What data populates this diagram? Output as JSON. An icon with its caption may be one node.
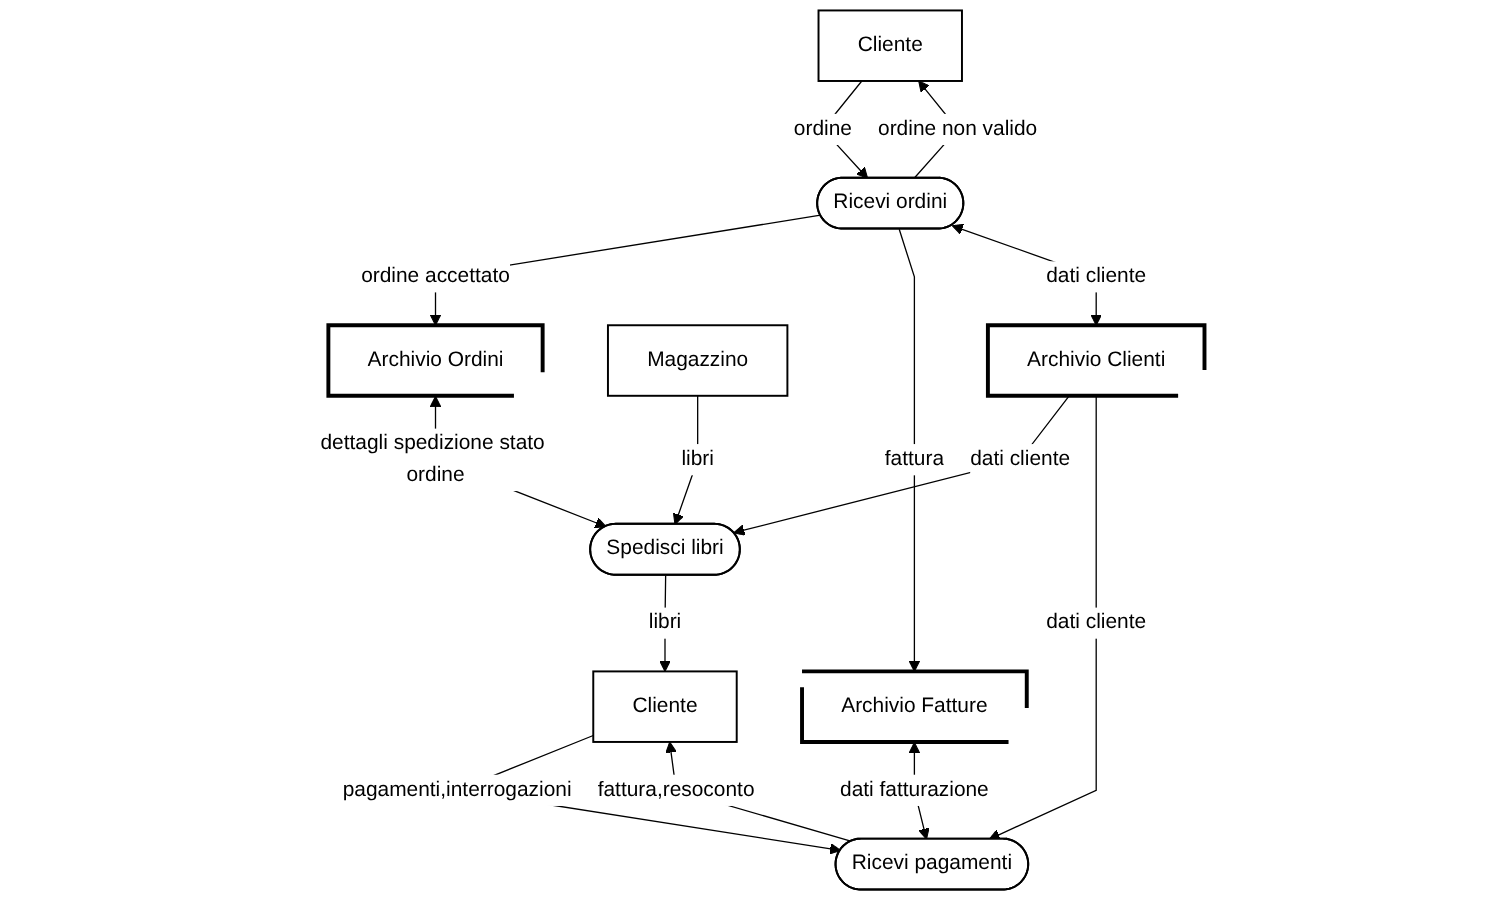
{
  "diagram": {
    "nodes": [
      {
        "text": [
          "Cliente"
        ]
      },
      {
        "text": [
          "Ricevi ordini"
        ]
      },
      {
        "text": [
          "Archivio Ordini"
        ]
      },
      {
        "text": [
          "Magazzino"
        ]
      },
      {
        "text": [
          "Archivio Fatture"
        ]
      },
      {
        "text": [
          "Archivio Clienti"
        ]
      },
      {
        "text": [
          "Spedisci libri"
        ]
      },
      {
        "text": [
          "Ricevi pagamenti"
        ]
      },
      {
        "text": [
          "Cliente"
        ]
      }
    ],
    "edges": [
      {
        "from": 0,
        "to": 1,
        "arrow": "to",
        "label": "ordine"
      },
      {
        "from": 1,
        "to": 0,
        "arrow": "to",
        "label": "ordine non valido"
      },
      {
        "from": 1,
        "to": 2,
        "arrow": "to",
        "label": "ordine accettato"
      },
      {
        "from": 1,
        "to": 4,
        "arrow": "to",
        "label": "fattura"
      },
      {
        "from": 1,
        "to": 5,
        "arrow": "both",
        "label": "dati cliente"
      },
      {
        "from": 2,
        "to": 6,
        "arrow": "both",
        "label": "dettagli spedizione stato ordine"
      },
      {
        "from": 3,
        "to": 6,
        "arrow": "to",
        "label": "libri"
      },
      {
        "from": 5,
        "to": 6,
        "arrow": "to",
        "label": "dati cliente"
      },
      {
        "from": 5,
        "to": 7,
        "arrow": "to",
        "label": "dati cliente"
      },
      {
        "from": 4,
        "to": 7,
        "arrow": "both",
        "label": "dati fatturazione"
      },
      {
        "from": 6,
        "to": 8,
        "arrow": "to",
        "label": "libri"
      },
      {
        "from": 8,
        "to": 7,
        "arrow": "to",
        "label": "pagamenti,interrogazioni"
      },
      {
        "from": 7,
        "to": 8,
        "arrow": "to",
        "label": "fattura,resoconto"
      }
    ]
  }
}
